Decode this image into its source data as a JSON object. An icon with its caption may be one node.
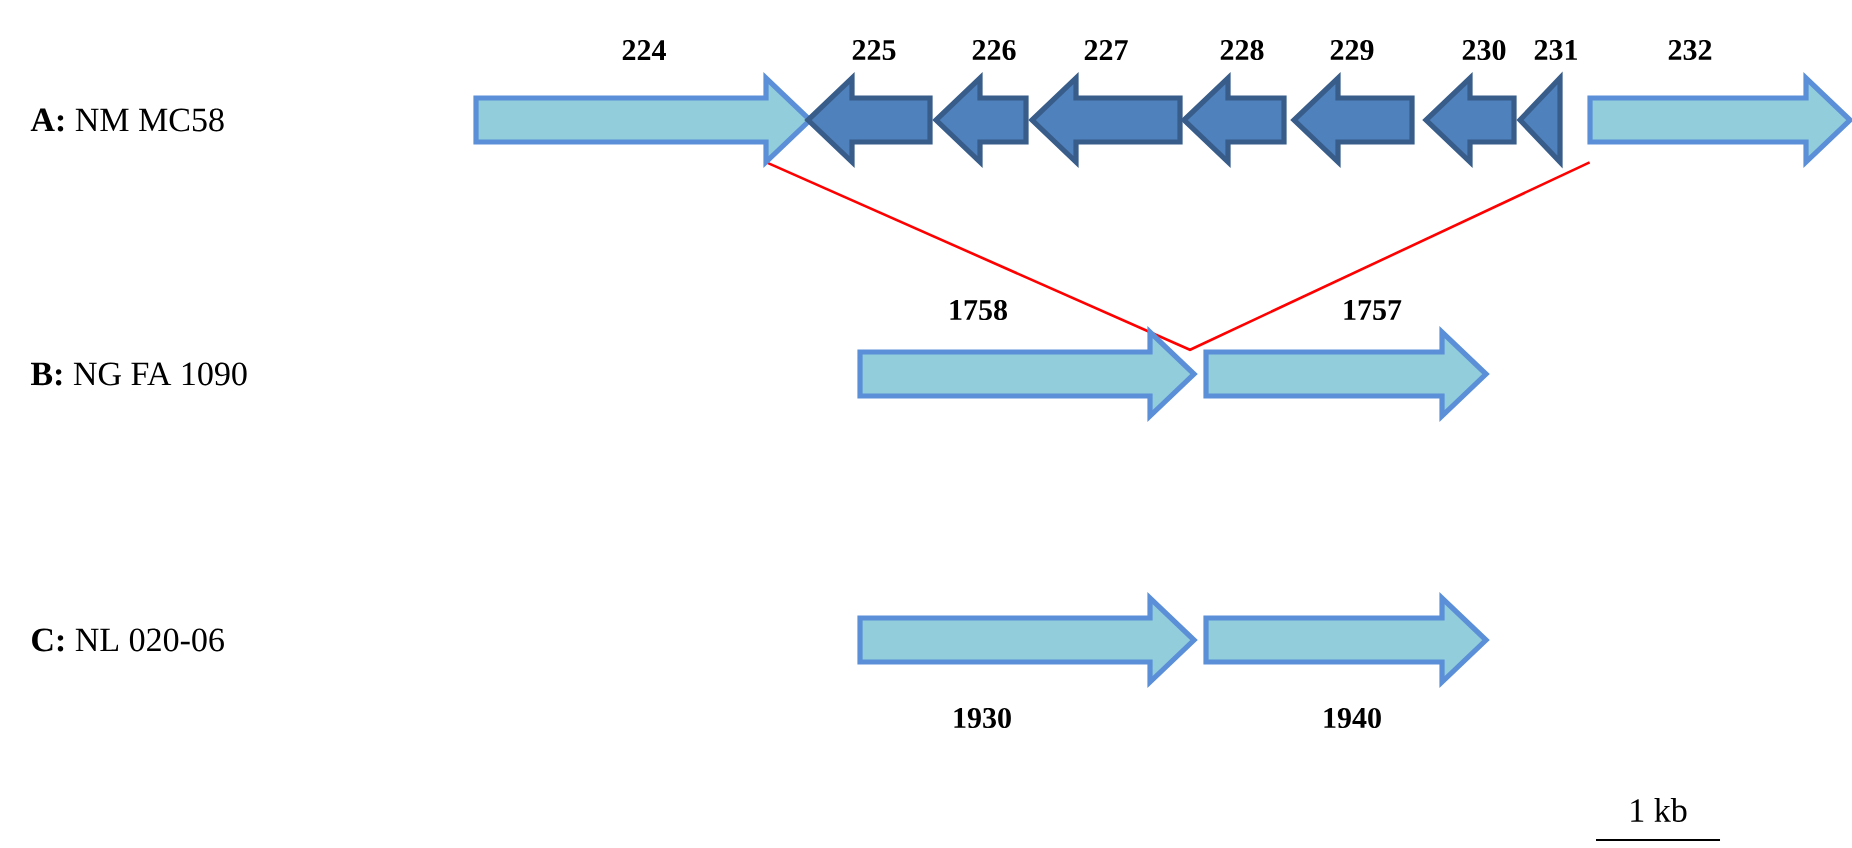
{
  "diagram": {
    "nodes": [
      {
        "text": [
          "224"
        ]
      },
      {
        "text": [
          "225"
        ]
      },
      {
        "text": [
          "226"
        ]
      },
      {
        "text": [
          "227"
        ]
      },
      {
        "text": [
          "228"
        ]
      },
      {
        "text": [
          "229"
        ]
      },
      {
        "text": [
          "230"
        ]
      },
      {
        "text": [
          "231"
        ]
      },
      {
        "text": [
          "232"
        ]
      },
      {
        "text": [
          "1758"
        ]
      },
      {
        "text": [
          "1757"
        ]
      },
      {
        "text": [
          "1930"
        ]
      },
      {
        "text": [
          "1940"
        ]
      }
    ],
    "edges": [
      {
        "from": 0,
        "to": 9,
        "arrow": "none",
        "color": "#ff0000"
      },
      {
        "from": 10,
        "to": 8,
        "arrow": "none",
        "color": "#ff0000"
      }
    ],
    "labels": [
      "**A:**  NM MC58",
      "**B:**  NG FA 1090",
      "**C:**  NL 020-06",
      "1 kb"
    ]
  }
}
